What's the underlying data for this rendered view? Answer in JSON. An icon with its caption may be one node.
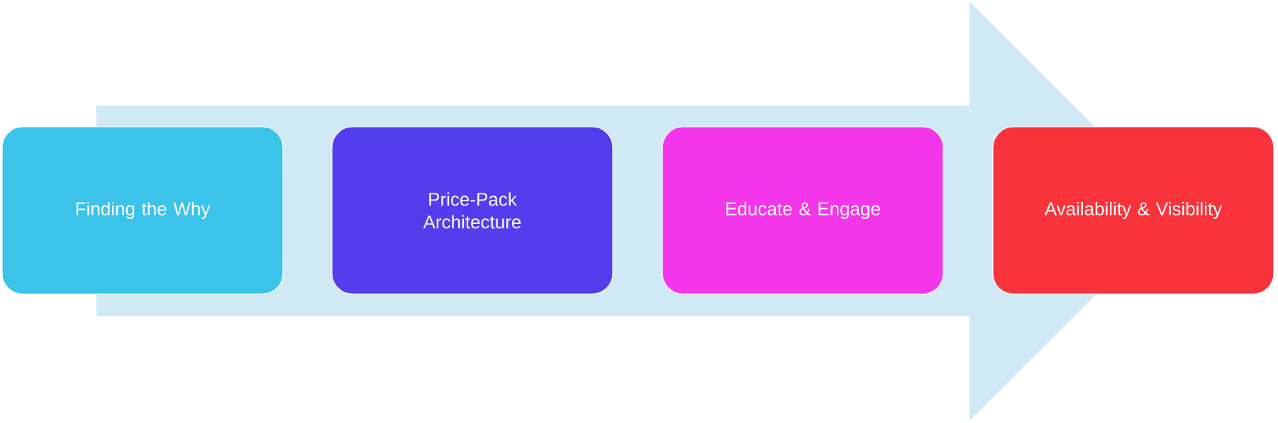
{
  "diagram": {
    "nodes": [
      {
        "text": [
          "Finding the Why"
        ]
      },
      {
        "text": [
          "Price-Pack Architecture"
        ]
      },
      {
        "text": [
          "Educate & Engage"
        ]
      },
      {
        "text": [
          "Availability & Visibility"
        ]
      }
    ],
    "edges": [
      {
        "from": 0,
        "to": 3,
        "arrow": "to"
      }
    ]
  }
}
